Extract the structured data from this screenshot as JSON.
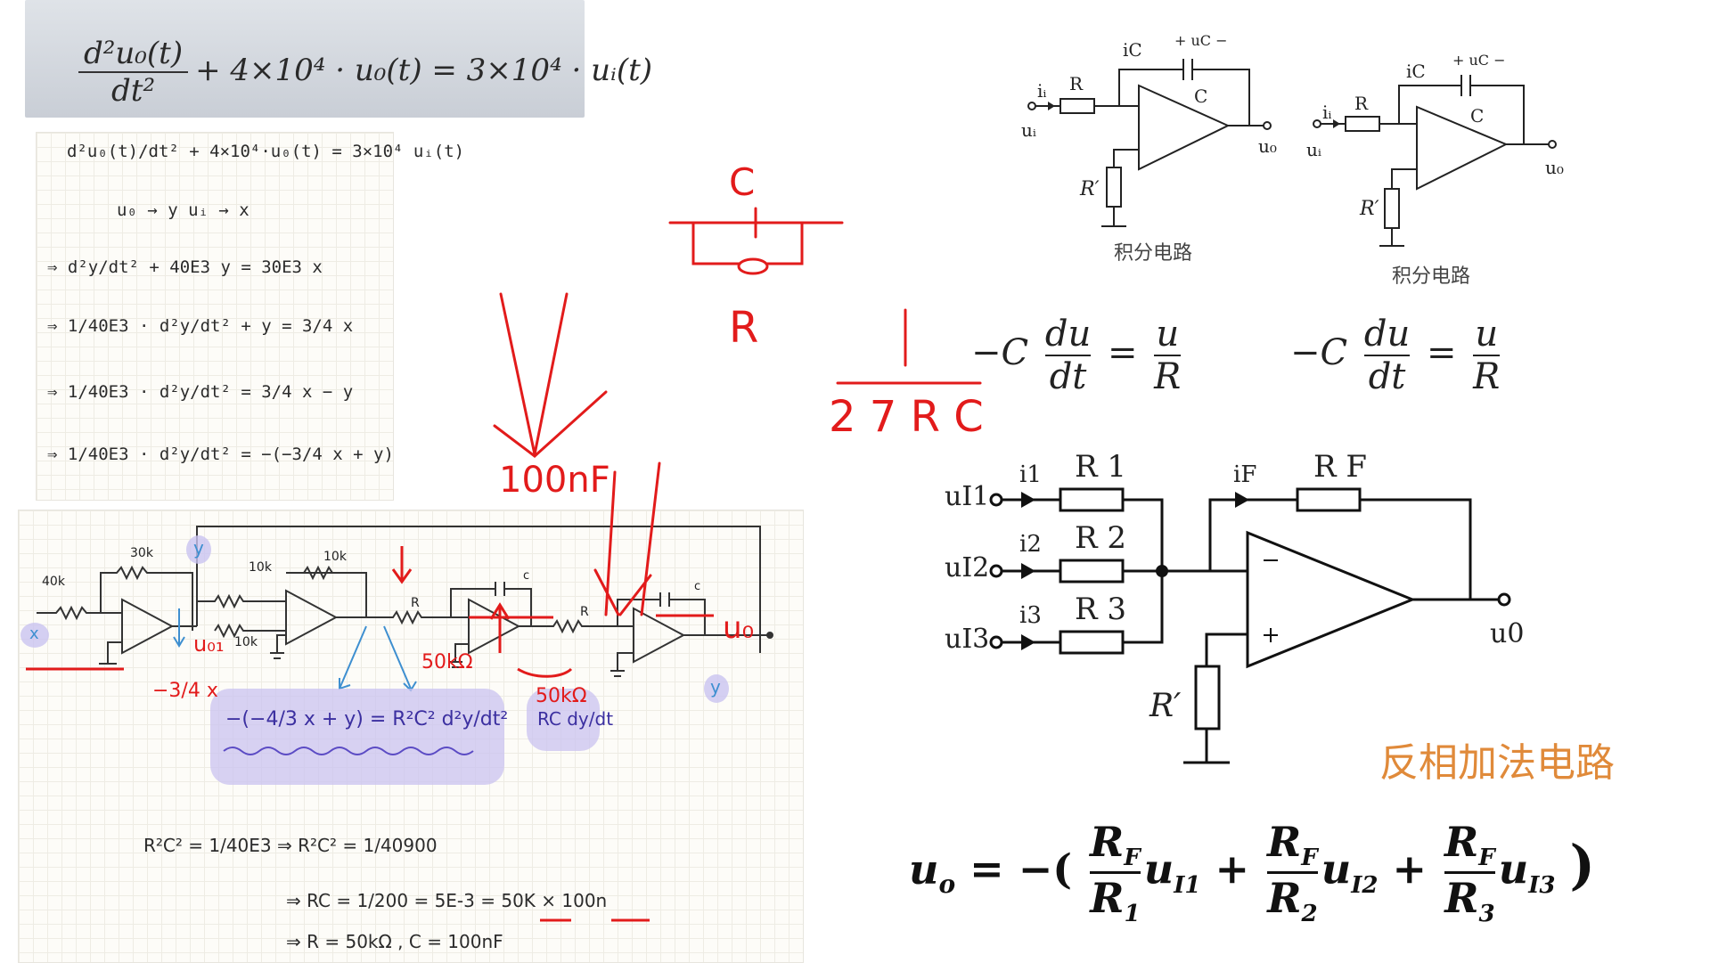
{
  "top_equation": {
    "numerator": "d²u₀(t)",
    "denominator": "dt²",
    "rest": "+ 4×10⁴ · u₀(t) = 3×10⁴ · uᵢ(t)"
  },
  "notes": {
    "lines": [
      "d²u₀(t)/dt² + 4×10⁴·u₀(t) = 3×10⁴ uᵢ(t)",
      "u₀ → y    uᵢ → x",
      "⇒ d²y/dt² + 40E3 y = 30E3 x",
      "⇒ 1/40E3 · d²y/dt² + y = 3/4 x",
      "⇒ 1/40E3 · d²y/dt² = 3/4 x − y",
      "⇒ 1/40E3 · d²y/dt² = −(−3/4 x + y)"
    ]
  },
  "circuit_sketch": {
    "labels": {
      "r_40k": "40k",
      "r_30k": "30k",
      "r_10k_a": "10k",
      "r_10k_b": "10k",
      "r_10k_c": "10k",
      "r_R1": "R",
      "r_R2": "R",
      "cap_c1": "c",
      "cap_c2": "c",
      "in_x": "x",
      "out_y_top": "y",
      "out_y_right": "y",
      "u01": "u₀₁",
      "minus_three_quarter": "−3/4 x",
      "r50k_a": "50kΩ",
      "r50k_b": "50kΩ",
      "uo_red": "u₀"
    },
    "highlight": {
      "left": "−(−4/3 x + y)  =  R²C² d²y/dt²",
      "right": "RC dy/dt"
    },
    "derivation": [
      "R²C² = 1/40E3   ⇒  R²C² = 1/40900",
      "⇒  RC = 1/200 = 5E-3 =  50K × 100n",
      "⇒  R = 50kΩ ,  C = 100nF"
    ]
  },
  "red_annotations": {
    "rc_c": "C",
    "rc_r": "R",
    "cap_100nf": "100nF",
    "fraction_num": "1",
    "fraction_den": "2 7 R C"
  },
  "integrator": {
    "left": {
      "ic": "iC",
      "uc": "+ uC −",
      "ii": "iᵢ",
      "r": "R",
      "c": "C",
      "ui": "uᵢ",
      "uo": "u₀",
      "rp": "R′",
      "caption": "积分电路"
    },
    "right": {
      "ic": "iC",
      "uc": "+ uC −",
      "ii": "iᵢ",
      "r": "R",
      "c": "C",
      "ui": "uᵢ",
      "uo": "u₀",
      "rp": "R′",
      "caption": "积分电路"
    }
  },
  "integrator_eq": {
    "left": {
      "lhs_num": "du",
      "lhs_den": "dt",
      "rhs_num": "u",
      "rhs_den": "R",
      "minus_c": "−C"
    },
    "right": {
      "lhs_num": "du",
      "lhs_den": "dt",
      "rhs_num": "u",
      "rhs_den": "R",
      "minus_c": "−C"
    }
  },
  "summing_amp": {
    "in1": "uI1",
    "in2": "uI2",
    "in3": "uI3",
    "i1": "i1",
    "i2": "i2",
    "i3": "i3",
    "iF": "iF",
    "r1": "R 1",
    "r2": "R 2",
    "r3": "R 3",
    "rf": "R F",
    "rp": "R′",
    "out": "u0",
    "title": "反相加法电路"
  },
  "big_formula": {
    "lhs": "u",
    "lhs_sub": "o",
    "eq": " = −(",
    "t1_num": "R",
    "t1_num_sub": "F",
    "t1_den": "R",
    "t1_den_sub": "1",
    "t1_u": "u",
    "t1_u_sub": "I1",
    "t2_num": "R",
    "t2_num_sub": "F",
    "t2_den": "R",
    "t2_den_sub": "2",
    "t2_u": "u",
    "t2_u_sub": "I2",
    "t3_num": "R",
    "t3_num_sub": "F",
    "t3_den": "R",
    "t3_den_sub": "3",
    "t3_u": "u",
    "t3_u_sub": "I3",
    "close": ")"
  }
}
